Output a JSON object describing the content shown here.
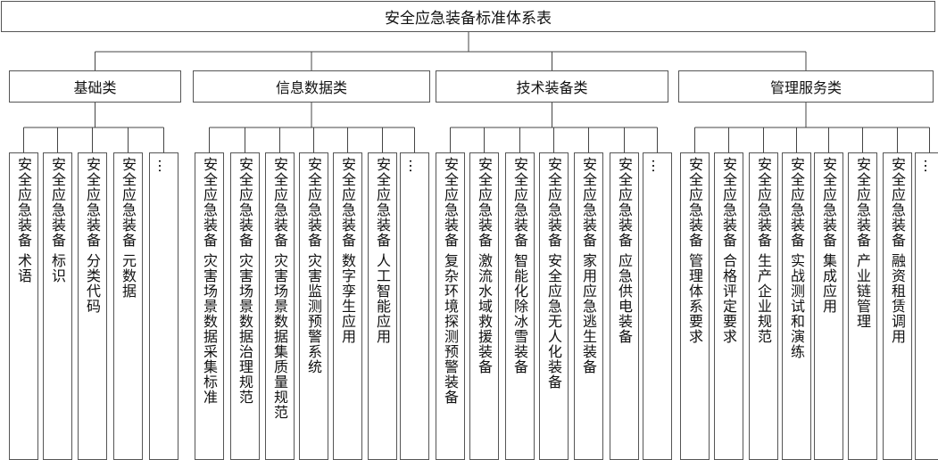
{
  "title": "安全应急装备标准体系表",
  "categories": [
    {
      "label": "基础类",
      "items": [
        "安全应急装备 术语",
        "安全应急装备 标识",
        "安全应急装备 分类代码",
        "安全应急装备 元数据",
        "…"
      ]
    },
    {
      "label": "信息数据类",
      "items": [
        "安全应急装备 灾害场景数据采集标准",
        "安全应急装备 灾害场景数据治理规范",
        "安全应急装备 灾害场景数据集质量规范",
        "安全应急装备 灾害监测预警系统",
        "安全应急装备 数字孪生应用",
        "安全应急装备 人工智能应用",
        "…"
      ]
    },
    {
      "label": "技术装备类",
      "items": [
        "安全应急装备 复杂环境探测预警装备",
        "安全应急装备 激流水域救援装备",
        "安全应急装备 智能化除冰雪装备",
        "安全应急装备 安全应急无人化装备",
        "安全应急装备 家用应急逃生装备",
        "安全应急装备 应急供电装备",
        "…"
      ]
    },
    {
      "label": "管理服务类",
      "items": [
        "安全应急装备 管理体系要求",
        "安全应急装备 合格评定要求",
        "安全应急装备 生产企业规范",
        "安全应急装备 实战测试和演练",
        "安全应急装备 集成应用",
        "安全应急装备 产业链管理",
        "安全应急装备 融资租赁调用",
        "…"
      ]
    }
  ]
}
